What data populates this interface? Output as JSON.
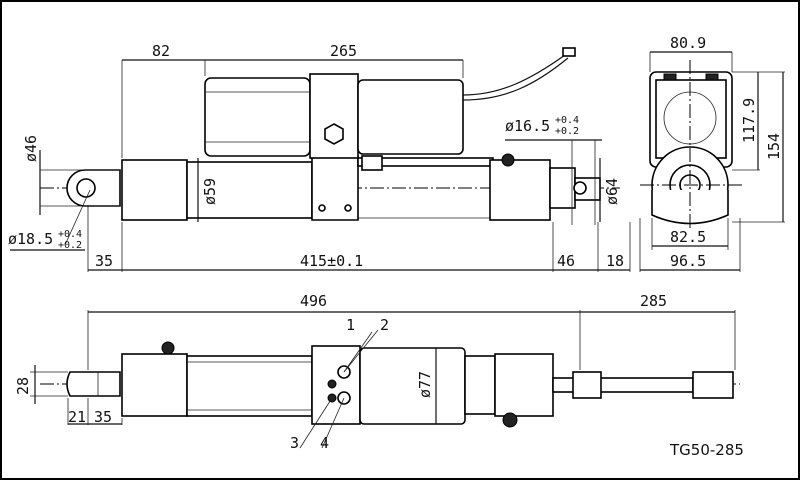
{
  "dimensions": {
    "top_view": {
      "d82": "82",
      "d265": "265",
      "d46": "ø46",
      "d59": "ø59",
      "d18_5": "ø18.5",
      "d18_5_tol_upper": "+0.4",
      "d18_5_tol_lower": "+0.2",
      "d16_5": "ø16.5",
      "d16_5_tol_upper": "+0.4",
      "d16_5_tol_lower": "+0.2",
      "d64": "ø64",
      "d35": "35",
      "d415": "415±0.1",
      "d46_end": "46",
      "d18": "18"
    },
    "end_view": {
      "d80_9": "80.9",
      "d117_9": "117.9",
      "d154": "154",
      "d82_5": "82.5",
      "d96_5": "96.5"
    },
    "bottom_view": {
      "d496": "496",
      "d285": "285",
      "d28": "28",
      "d21": "21",
      "d35": "35",
      "d77": "ø77"
    }
  },
  "callouts": {
    "c1": "1",
    "c2": "2",
    "c3": "3",
    "c4": "4"
  },
  "model": "TG50-285"
}
